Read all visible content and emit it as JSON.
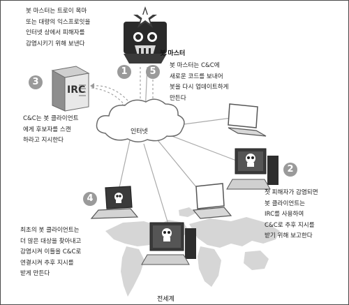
{
  "badges": {
    "b1": "1",
    "b2": "2",
    "b3": "3",
    "b4": "4",
    "b5": "5"
  },
  "labels": {
    "bot_master": "봇 마스터",
    "internet": "인터넷",
    "world": "전세계",
    "irc": "IRC"
  },
  "texts": {
    "step1": "봇 마스터는 트로이 목마\n또는 대량의 익스프로잇을\n인터넷 상에서 피해자를\n감염시키기 위해 보낸다",
    "step5": "봇 마스터는 C&C에\n새로운 코드를 보내어\n봇을 다시 업데이트하게\n만든다",
    "step3": "C&C는 봇 클라이언트\n에게 후보자를 스캔\n하라고 지시한다",
    "step2": "첫 피해자가 감염되면\n봇 클라이언트는\nIRC를 사용하여\nC&C로 추후 지시를\n받기 위해 보고한다",
    "step4": "최초의 봇 클라이언트는\n더 많은 대상을 찾아내고\n감염시켜 이들을 C&C로\n연결시켜 추후 지시를\n받게 만든다"
  },
  "icons": [
    "bot-master-skull-icon",
    "irc-server-icon",
    "cloud-icon",
    "laptop-icon",
    "infected-desktop-icon",
    "infected-laptop-icon",
    "world-map-icon"
  ]
}
